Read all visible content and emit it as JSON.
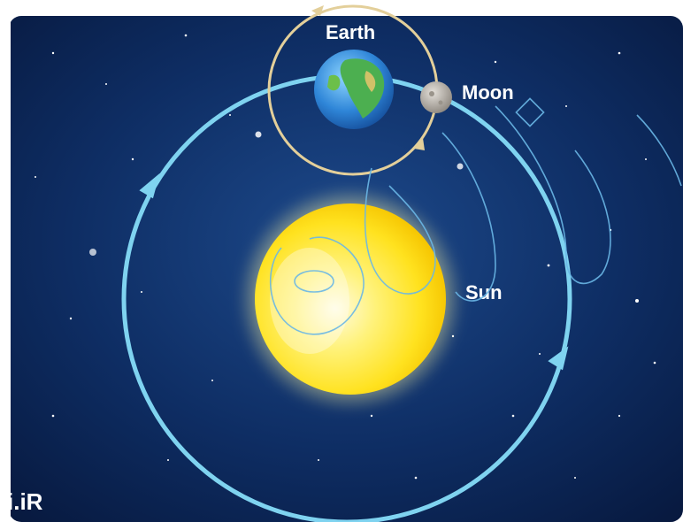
{
  "diagram": {
    "labels": {
      "earth": "Earth",
      "moon": "Moon",
      "sun": "Sun"
    },
    "watermark_corner": "i.iR"
  },
  "colors": {
    "space": "#0d2a5e",
    "orbit_earth": "#7fd3f0",
    "orbit_moon": "#e3cf9a",
    "sun": "#ffe23a",
    "watermark_outline": "#6ab7e6"
  },
  "icons": [
    "sun",
    "earth",
    "moon",
    "orbit-arrow"
  ]
}
